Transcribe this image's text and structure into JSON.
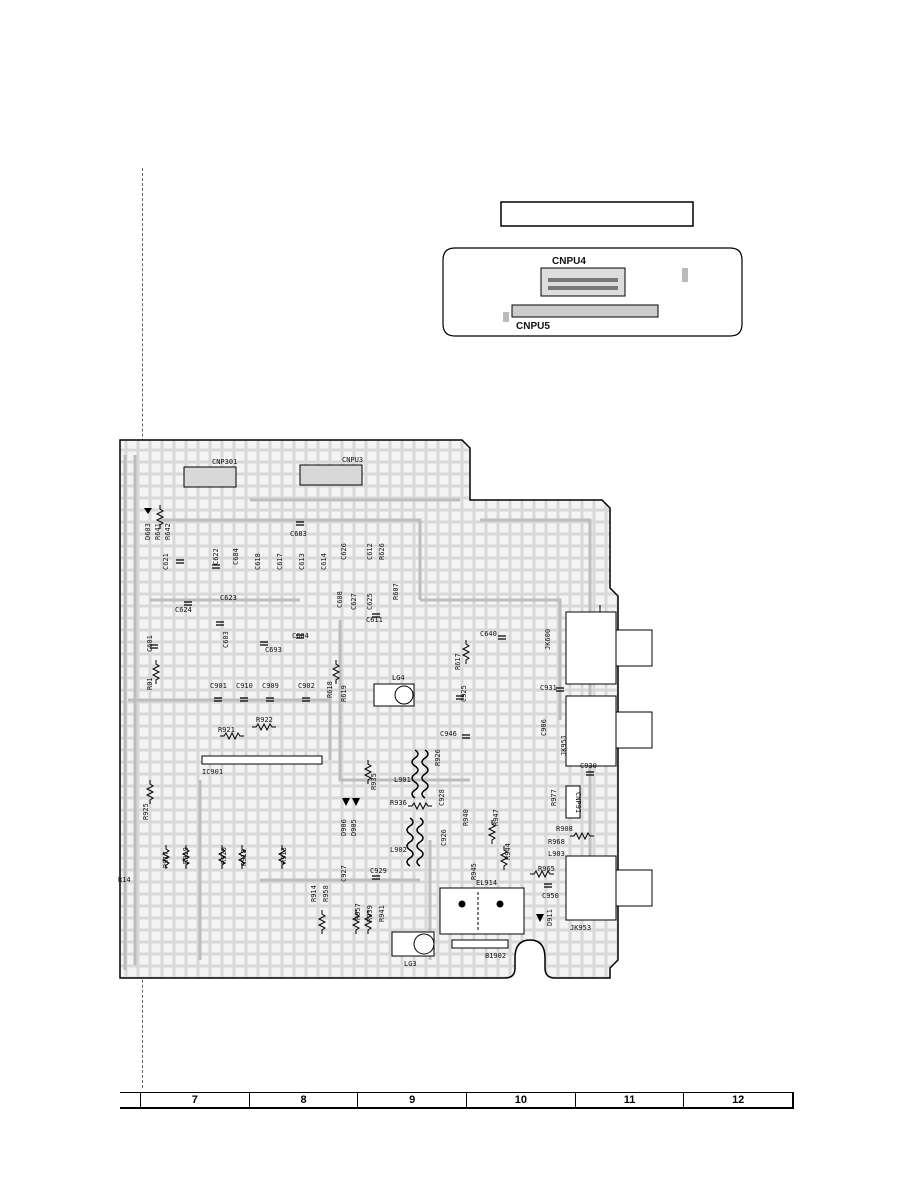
{
  "inset": {
    "title_box": "",
    "connectors": [
      "CNPU4",
      "CNPU5"
    ]
  },
  "board": {
    "connectors": [
      "CNP301",
      "CNPU3",
      "CNP91"
    ],
    "jacks": [
      "JK600",
      "JK951",
      "JK953"
    ],
    "ic": "IC901",
    "coils": [
      "L901",
      "L902",
      "L903"
    ],
    "lamps": [
      "LG4",
      "LG3"
    ],
    "switch": "EL914",
    "board_id": "B1902"
  },
  "components": [
    {
      "id": "D603"
    },
    {
      "id": "R641"
    },
    {
      "id": "R642"
    },
    {
      "id": "C621"
    },
    {
      "id": "C622"
    },
    {
      "id": "C684"
    },
    {
      "id": "C623"
    },
    {
      "id": "C624"
    },
    {
      "id": "C603"
    },
    {
      "id": "C601"
    },
    {
      "id": "R01"
    },
    {
      "id": "C693"
    },
    {
      "id": "C618"
    },
    {
      "id": "C617"
    },
    {
      "id": "C613"
    },
    {
      "id": "C614"
    },
    {
      "id": "C626"
    },
    {
      "id": "C612"
    },
    {
      "id": "R626"
    },
    {
      "id": "C683"
    },
    {
      "id": "C608"
    },
    {
      "id": "C627"
    },
    {
      "id": "C625"
    },
    {
      "id": "R607"
    },
    {
      "id": "C611"
    },
    {
      "id": "C604"
    },
    {
      "id": "C640"
    },
    {
      "id": "R617"
    },
    {
      "id": "C901"
    },
    {
      "id": "C910"
    },
    {
      "id": "C909"
    },
    {
      "id": "C902"
    },
    {
      "id": "R618"
    },
    {
      "id": "R619"
    },
    {
      "id": "C925"
    },
    {
      "id": "C931"
    },
    {
      "id": "R922"
    },
    {
      "id": "R921"
    },
    {
      "id": "C906"
    },
    {
      "id": "C946"
    },
    {
      "id": "R936"
    },
    {
      "id": "C930"
    },
    {
      "id": "R925"
    },
    {
      "id": "D906"
    },
    {
      "id": "D905"
    },
    {
      "id": "R935"
    },
    {
      "id": "R926"
    },
    {
      "id": "C928"
    },
    {
      "id": "R977"
    },
    {
      "id": "R908"
    },
    {
      "id": "R968"
    },
    {
      "id": "R940"
    },
    {
      "id": "R947"
    },
    {
      "id": "C926"
    },
    {
      "id": "R944"
    },
    {
      "id": "R917"
    },
    {
      "id": "R919"
    },
    {
      "id": "R920"
    },
    {
      "id": "R918"
    },
    {
      "id": "R913"
    },
    {
      "id": "C927"
    },
    {
      "id": "C929"
    },
    {
      "id": "R945"
    },
    {
      "id": "R965"
    },
    {
      "id": "C950"
    },
    {
      "id": "R914"
    },
    {
      "id": "R958"
    },
    {
      "id": "R957"
    },
    {
      "id": "R939"
    },
    {
      "id": "R941"
    },
    {
      "id": "D911"
    },
    {
      "id": "R14"
    }
  ],
  "grid": {
    "columns": [
      "7",
      "8",
      "9",
      "10",
      "11",
      "12"
    ]
  },
  "colors": {
    "trace": "#e6e6e6",
    "ink": "#111111",
    "board_outline": "#000000"
  }
}
